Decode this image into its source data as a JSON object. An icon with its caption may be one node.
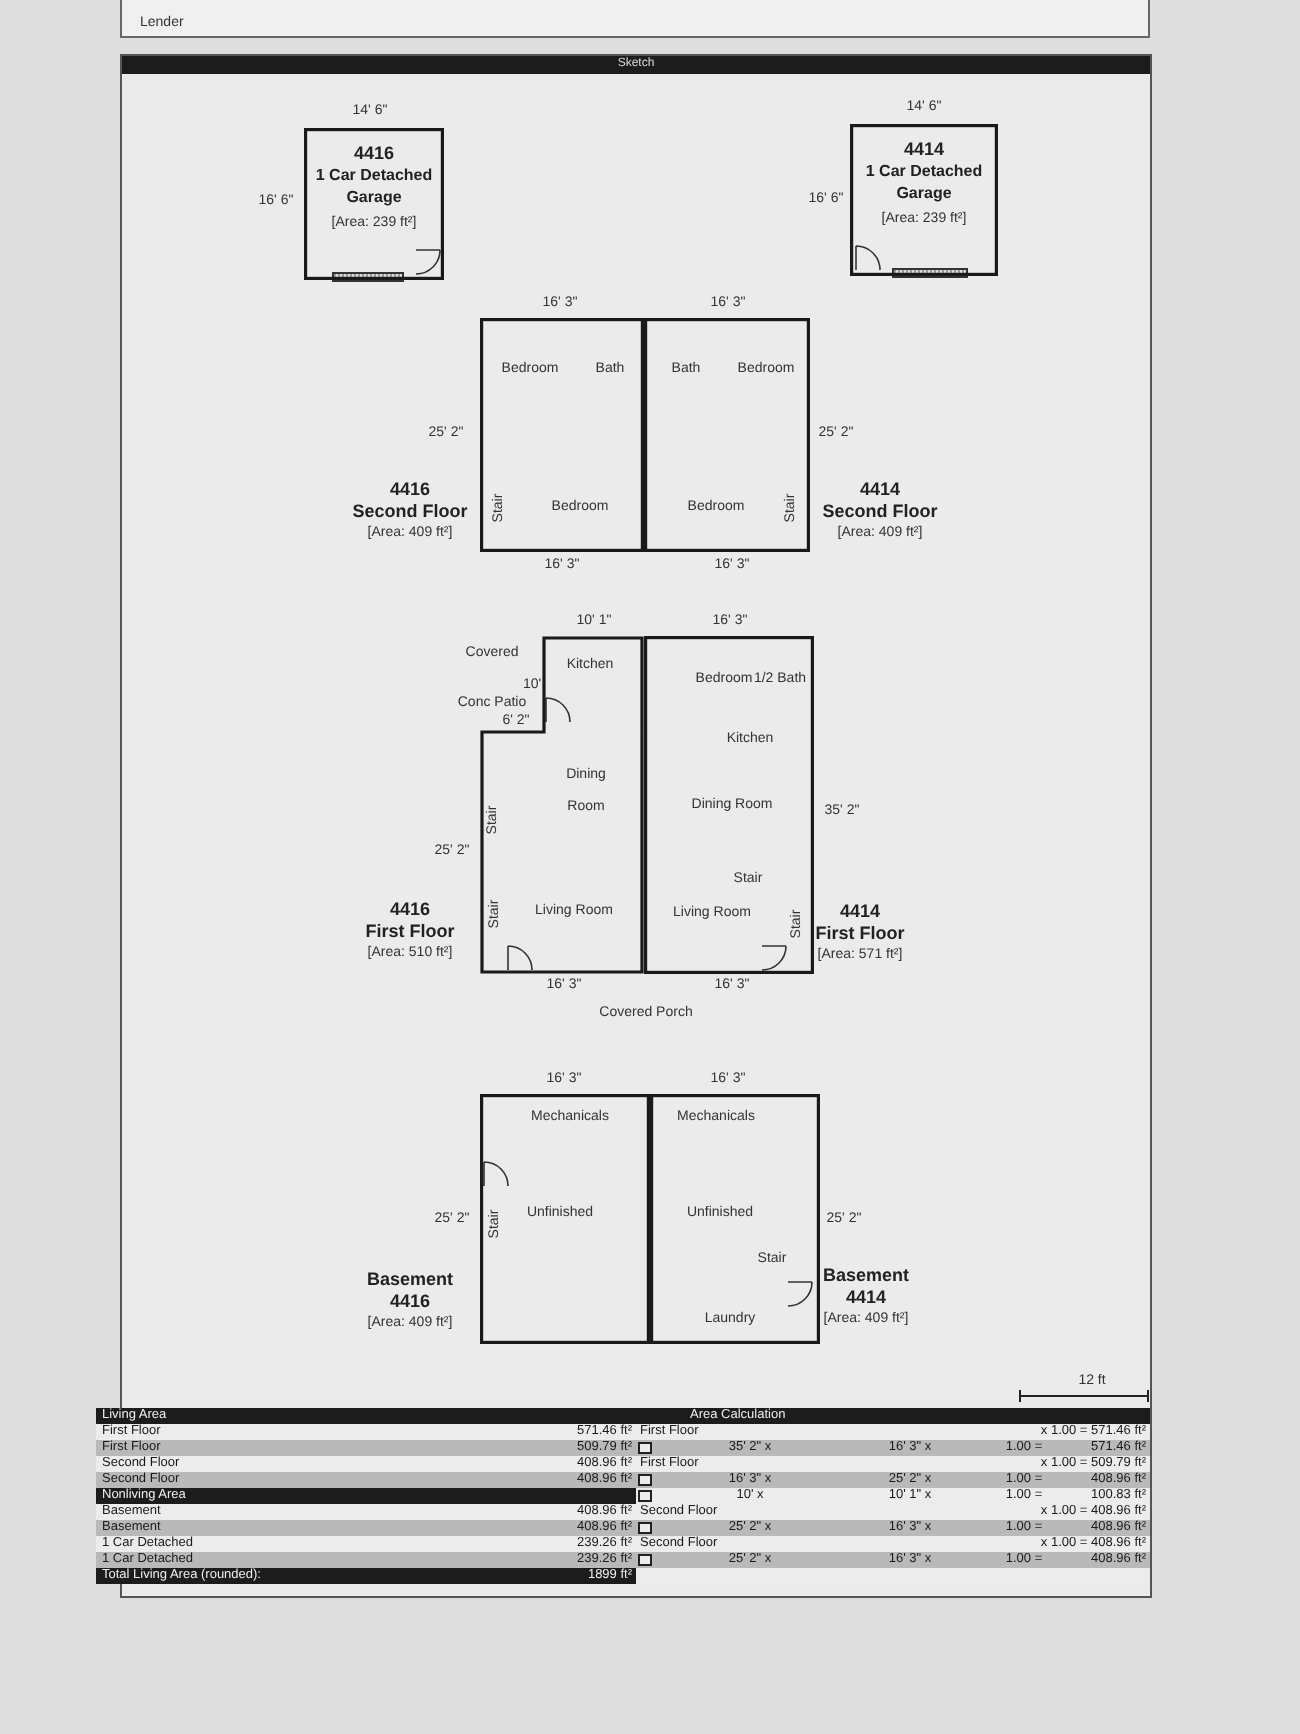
{
  "diagram": {
    "title": "Sketch",
    "nodes": [
      {
        "text": [
          "4416",
          "1 Car Detached Garage",
          "[Area: 239 ft²]"
        ]
      },
      {
        "text": [
          "4414",
          "1 Car Detached Garage",
          "[Area: 239 ft²]"
        ]
      },
      {
        "text": [
          "4416",
          "Second Floor",
          "[Area: 409 ft²]",
          "Bedroom",
          "Bath",
          "Stair",
          "Bedroom"
        ]
      },
      {
        "text": [
          "4414",
          "Second Floor",
          "[Area: 409 ft²]",
          "Bath",
          "Bedroom",
          "Bedroom",
          "Stair"
        ]
      },
      {
        "text": [
          "4416",
          "First Floor",
          "[Area: 510 ft²]",
          "Kitchen",
          "Dining Room",
          "Stair",
          "Stair",
          "Living Room"
        ]
      },
      {
        "text": [
          "4414",
          "First Floor",
          "[Area: 571 ft²]",
          "Bedroom",
          "1/2 Bath",
          "Kitchen",
          "Dining Room",
          "Stair",
          "Living Room",
          "Stair"
        ]
      },
      {
        "text": [
          "Basement",
          "4416",
          "[Area: 409 ft²]",
          "Mechanicals",
          "Unfinished",
          "Stair"
        ]
      },
      {
        "text": [
          "Basement",
          "4414",
          "[Area: 409 ft²]",
          "Mechanicals",
          "Unfinished",
          "Stair",
          "Laundry"
        ]
      }
    ],
    "labels": [
      "Lender",
      "14' 6\"",
      "16' 6\"",
      "14' 6\"",
      "16' 6\"",
      "16' 3\"",
      "16' 3\"",
      "25' 2\"",
      "25' 2\"",
      "16' 3\"",
      "16' 3\"",
      "10' 1\"",
      "16' 3\"",
      "Covered",
      "10'",
      "Conc Patio",
      "6' 2\"",
      "35' 2\"",
      "25' 2\"",
      "16' 3\"",
      "16' 3\"",
      "Covered Porch",
      "16' 3\"",
      "16' 3\"",
      "25' 2\"",
      "25' 2\"",
      "12 ft",
      "Living Area",
      "Area Calculation",
      "First Floor",
      "571.46 ft²",
      "First Floor",
      "x 1.00 = 571.46 ft²",
      "First Floor",
      "509.79 ft²",
      "35' 2\" x",
      "16' 3\" x",
      "1.00 =",
      "571.46 ft²",
      "Second Floor",
      "408.96 ft²",
      "First Floor",
      "x 1.00 = 509.79 ft²",
      "Second Floor",
      "408.96 ft²",
      "16' 3\" x",
      "25' 2\" x",
      "1.00 =",
      "408.96 ft²",
      "Nonliving Area",
      "10' x",
      "10' 1\" x",
      "1.00 =",
      "100.83 ft²",
      "Basement",
      "408.96 ft²",
      "Second Floor",
      "x 1.00 = 408.96 ft²",
      "Basement",
      "408.96 ft²",
      "25' 2\" x",
      "16' 3\" x",
      "1.00 =",
      "408.96 ft²",
      "1 Car Detached",
      "239.26 ft²",
      "Second Floor",
      "x 1.00 = 408.96 ft²",
      "1 Car Detached",
      "239.26 ft²",
      "25' 2\" x",
      "16' 3\" x",
      "1.00 =",
      "408.96 ft²",
      "Total Living Area (rounded):",
      "1899 ft²"
    ]
  }
}
